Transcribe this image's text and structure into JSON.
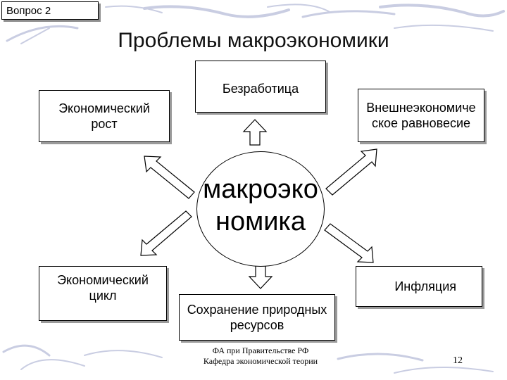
{
  "slide": {
    "tag": "Вопрос 2",
    "title": "Проблемы макроэкономики",
    "center": "макроэко\nномика",
    "boxes": {
      "unemployment": "Безработица",
      "growth": "Экономический\nрост",
      "external_balance": "Внешнеэкономиче\nское равновесие",
      "cycle": "Экономический\nцикл",
      "inflation": "Инфляция",
      "nature": "Сохранение природных\nресурсов"
    },
    "footer": "ФА при Правительстве РФ\nКафедра экономической теории",
    "page_number": "12"
  }
}
